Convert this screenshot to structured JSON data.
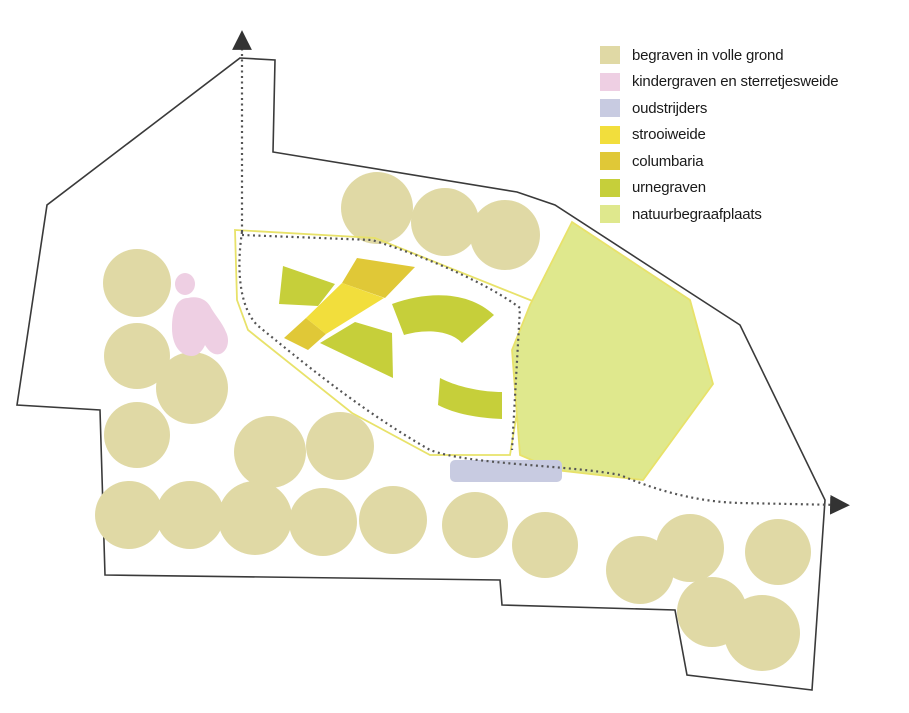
{
  "colors": {
    "outline": "#3a3a3a",
    "path_dots": "#555555",
    "zone_border": "#e8e26a"
  },
  "legend": {
    "items": [
      {
        "key": "begraven",
        "label": "begraven in volle grond",
        "color": "#e0d9a5"
      },
      {
        "key": "kindergraven",
        "label": "kindergraven en sterretjesweide",
        "color": "#eecfe3"
      },
      {
        "key": "oudstrijders",
        "label": "oudstrijders",
        "color": "#c8cbe1"
      },
      {
        "key": "strooiweide",
        "label": "strooiweide",
        "color": "#f2de3c"
      },
      {
        "key": "columbaria",
        "label": "columbaria",
        "color": "#e0c837"
      },
      {
        "key": "urnegraven",
        "label": "urnegraven",
        "color": "#c6cf3a"
      },
      {
        "key": "natuurbegraafplaats",
        "label": "natuurbegraafplaats",
        "color": "#dfe88d"
      }
    ]
  }
}
